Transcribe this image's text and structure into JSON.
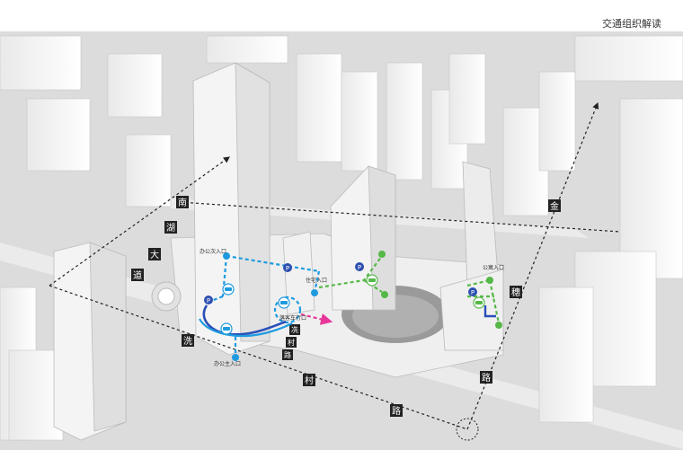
{
  "title": "交通组织解读",
  "roads": {
    "west": [
      "南",
      "湖",
      "大",
      "道"
    ],
    "south": [
      "洗",
      "村",
      "路"
    ],
    "inner": [
      "冼",
      "村",
      "路"
    ],
    "east": [
      "金",
      "穗",
      "路"
    ]
  },
  "entrances": {
    "office_east": "办公次入口",
    "residential": "住宅入口",
    "drop_off": "落客车行口",
    "office_main": "办公主入口",
    "commercial": "公寓入口"
  },
  "legend_colors": {
    "office_traffic": "#1e9be0",
    "office_main_loop": "#2a4fb8",
    "residential_traffic": "#56b848",
    "drop_off": "#e8369a",
    "parking": "#2c4fb0"
  },
  "icons": {
    "parking": "P",
    "car": "car-icon"
  }
}
